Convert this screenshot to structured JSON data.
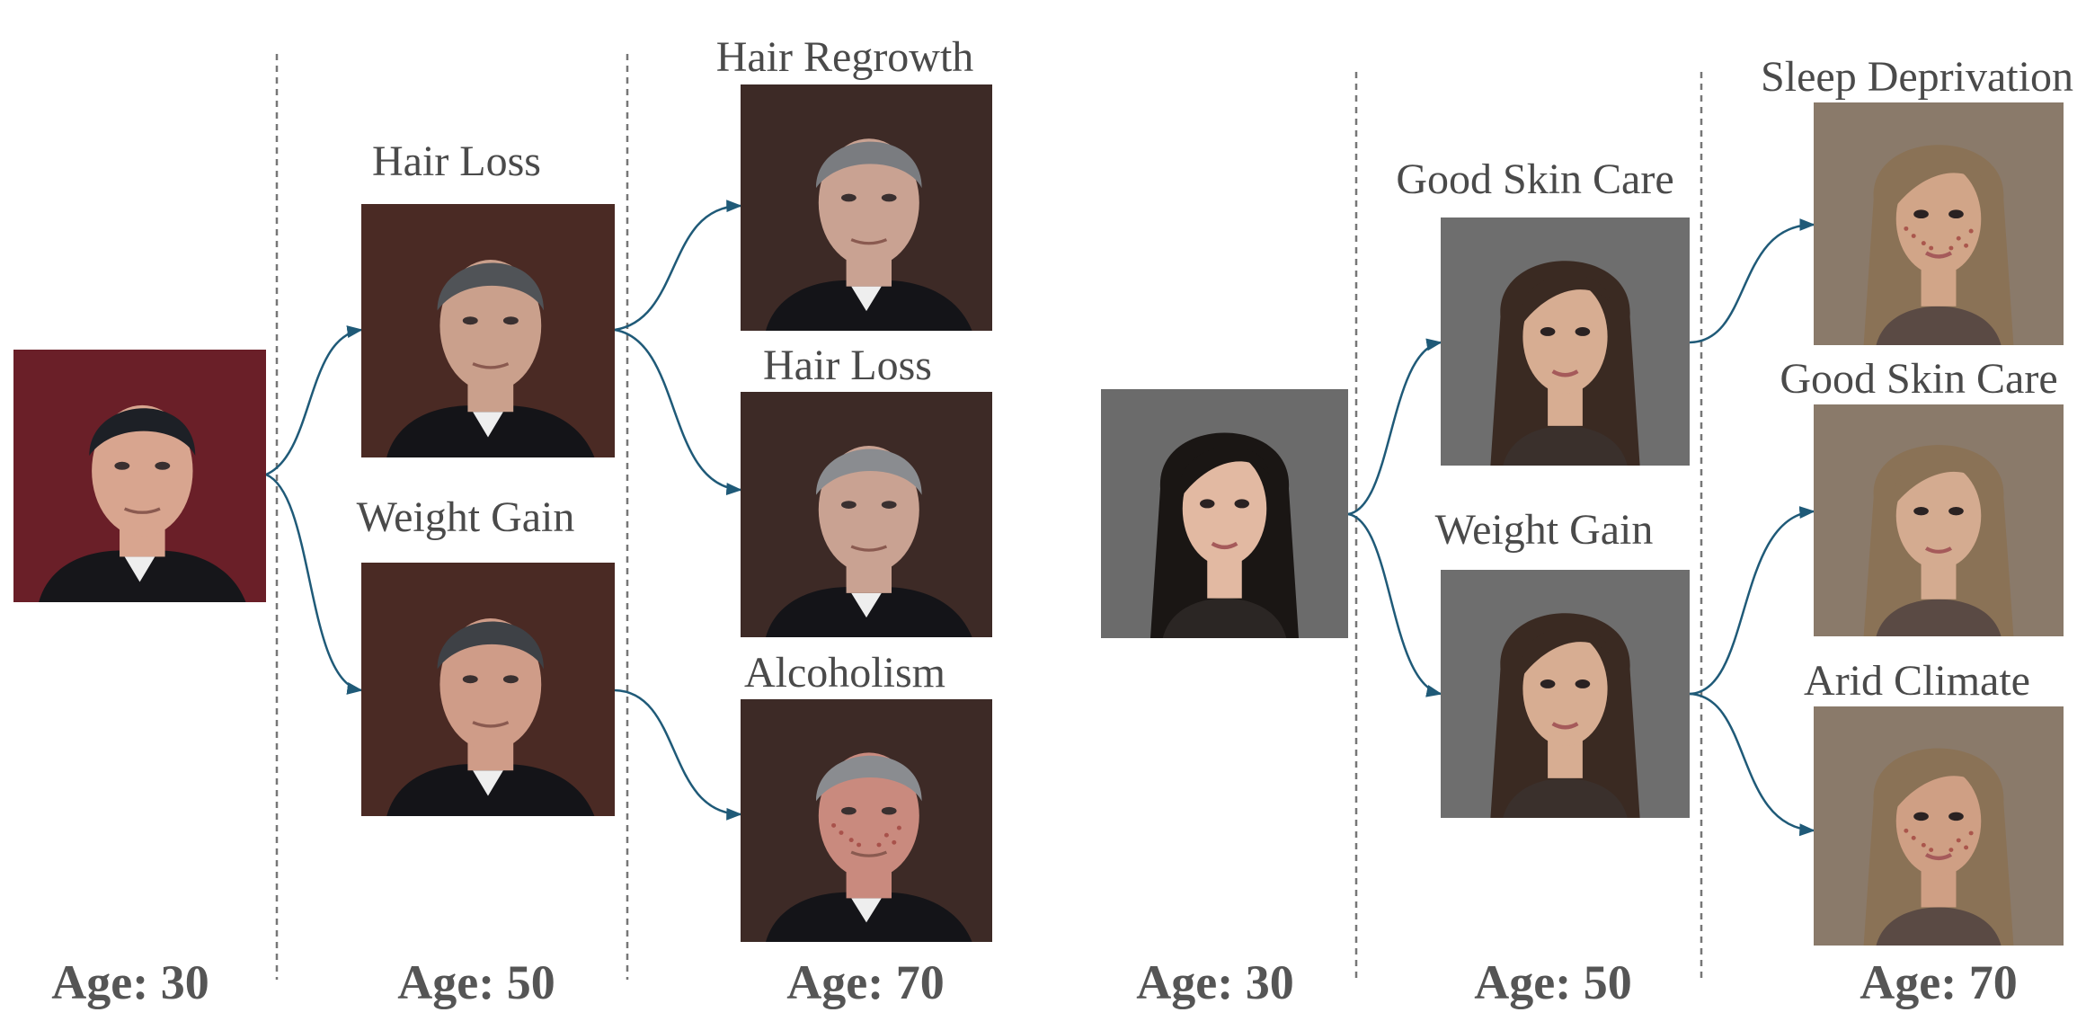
{
  "colors": {
    "arrow": "#1f5a78",
    "divider": "#777777",
    "label": "#4a4a4a",
    "age_label": "#555555"
  },
  "left_panel": {
    "ages": [
      "Age: 30",
      "Age: 50",
      "Age: 70"
    ],
    "age50_labels": [
      "Hair Loss",
      "Weight Gain"
    ],
    "age70_labels": [
      "Hair Regrowth",
      "Hair Loss",
      "Alcoholism"
    ]
  },
  "right_panel": {
    "ages": [
      "Age: 30",
      "Age: 50",
      "Age: 70"
    ],
    "age50_labels": [
      "Good Skin Care",
      "Weight Gain"
    ],
    "age70_labels": [
      "Sleep Deprivation",
      "Good Skin Care",
      "Arid Climate"
    ]
  },
  "photos": [
    {
      "subject": "man",
      "age": 30,
      "background": "#6a1f28",
      "hair": "#1d2026",
      "skin": "#d8a58f",
      "suit": "#16161a"
    },
    {
      "subject": "man",
      "age": 50,
      "condition": "Hair Loss",
      "background": "#4a2a24",
      "hair": "#505357",
      "skin": "#caa08c",
      "suit": "#141418"
    },
    {
      "subject": "man",
      "age": 50,
      "condition": "Weight Gain",
      "background": "#4a2a24",
      "hair": "#3e4146",
      "skin": "#cf9c88",
      "suit": "#141418"
    },
    {
      "subject": "man",
      "age": 70,
      "condition": "Hair Regrowth",
      "background": "#3d2a26",
      "hair": "#7a7c80",
      "skin": "#c9a292",
      "suit": "#141418"
    },
    {
      "subject": "man",
      "age": 70,
      "condition": "Hair Loss",
      "background": "#3d2a26",
      "hair": "#8a8c90",
      "skin": "#c9a292",
      "suit": "#141418"
    },
    {
      "subject": "man",
      "age": 70,
      "condition": "Alcoholism",
      "background": "#3d2a26",
      "hair": "#8a8c90",
      "skin": "#c98a7e",
      "suit": "#141418",
      "spots": true
    },
    {
      "subject": "woman",
      "age": 30,
      "background": "#6b6b6b",
      "hair": "#1a1614",
      "skin": "#e2b9a2",
      "top": "#2b2624"
    },
    {
      "subject": "woman",
      "age": 50,
      "condition": "Good Skin Care",
      "background": "#6e6e6e",
      "hair": "#3a2a22",
      "skin": "#d7ad92",
      "top": "#3a302c"
    },
    {
      "subject": "woman",
      "age": 50,
      "condition": "Weight Gain",
      "background": "#6e6e6e",
      "hair": "#3a2a22",
      "skin": "#d7ad92",
      "top": "#3a302c"
    },
    {
      "subject": "woman",
      "age": 70,
      "condition": "Sleep Deprivation",
      "background": "#8a7a6a",
      "hair": "#8a7256",
      "skin": "#d1a588",
      "top": "#5a4a44",
      "spots": true
    },
    {
      "subject": "woman",
      "age": 70,
      "condition": "Good Skin Care",
      "background": "#8a7a6a",
      "hair": "#8a7256",
      "skin": "#d4ab90",
      "top": "#5a4a44"
    },
    {
      "subject": "woman",
      "age": 70,
      "condition": "Arid Climate",
      "background": "#8a7a6a",
      "hair": "#8a7256",
      "skin": "#cf9f84",
      "top": "#5a4a44",
      "spots": true
    }
  ]
}
